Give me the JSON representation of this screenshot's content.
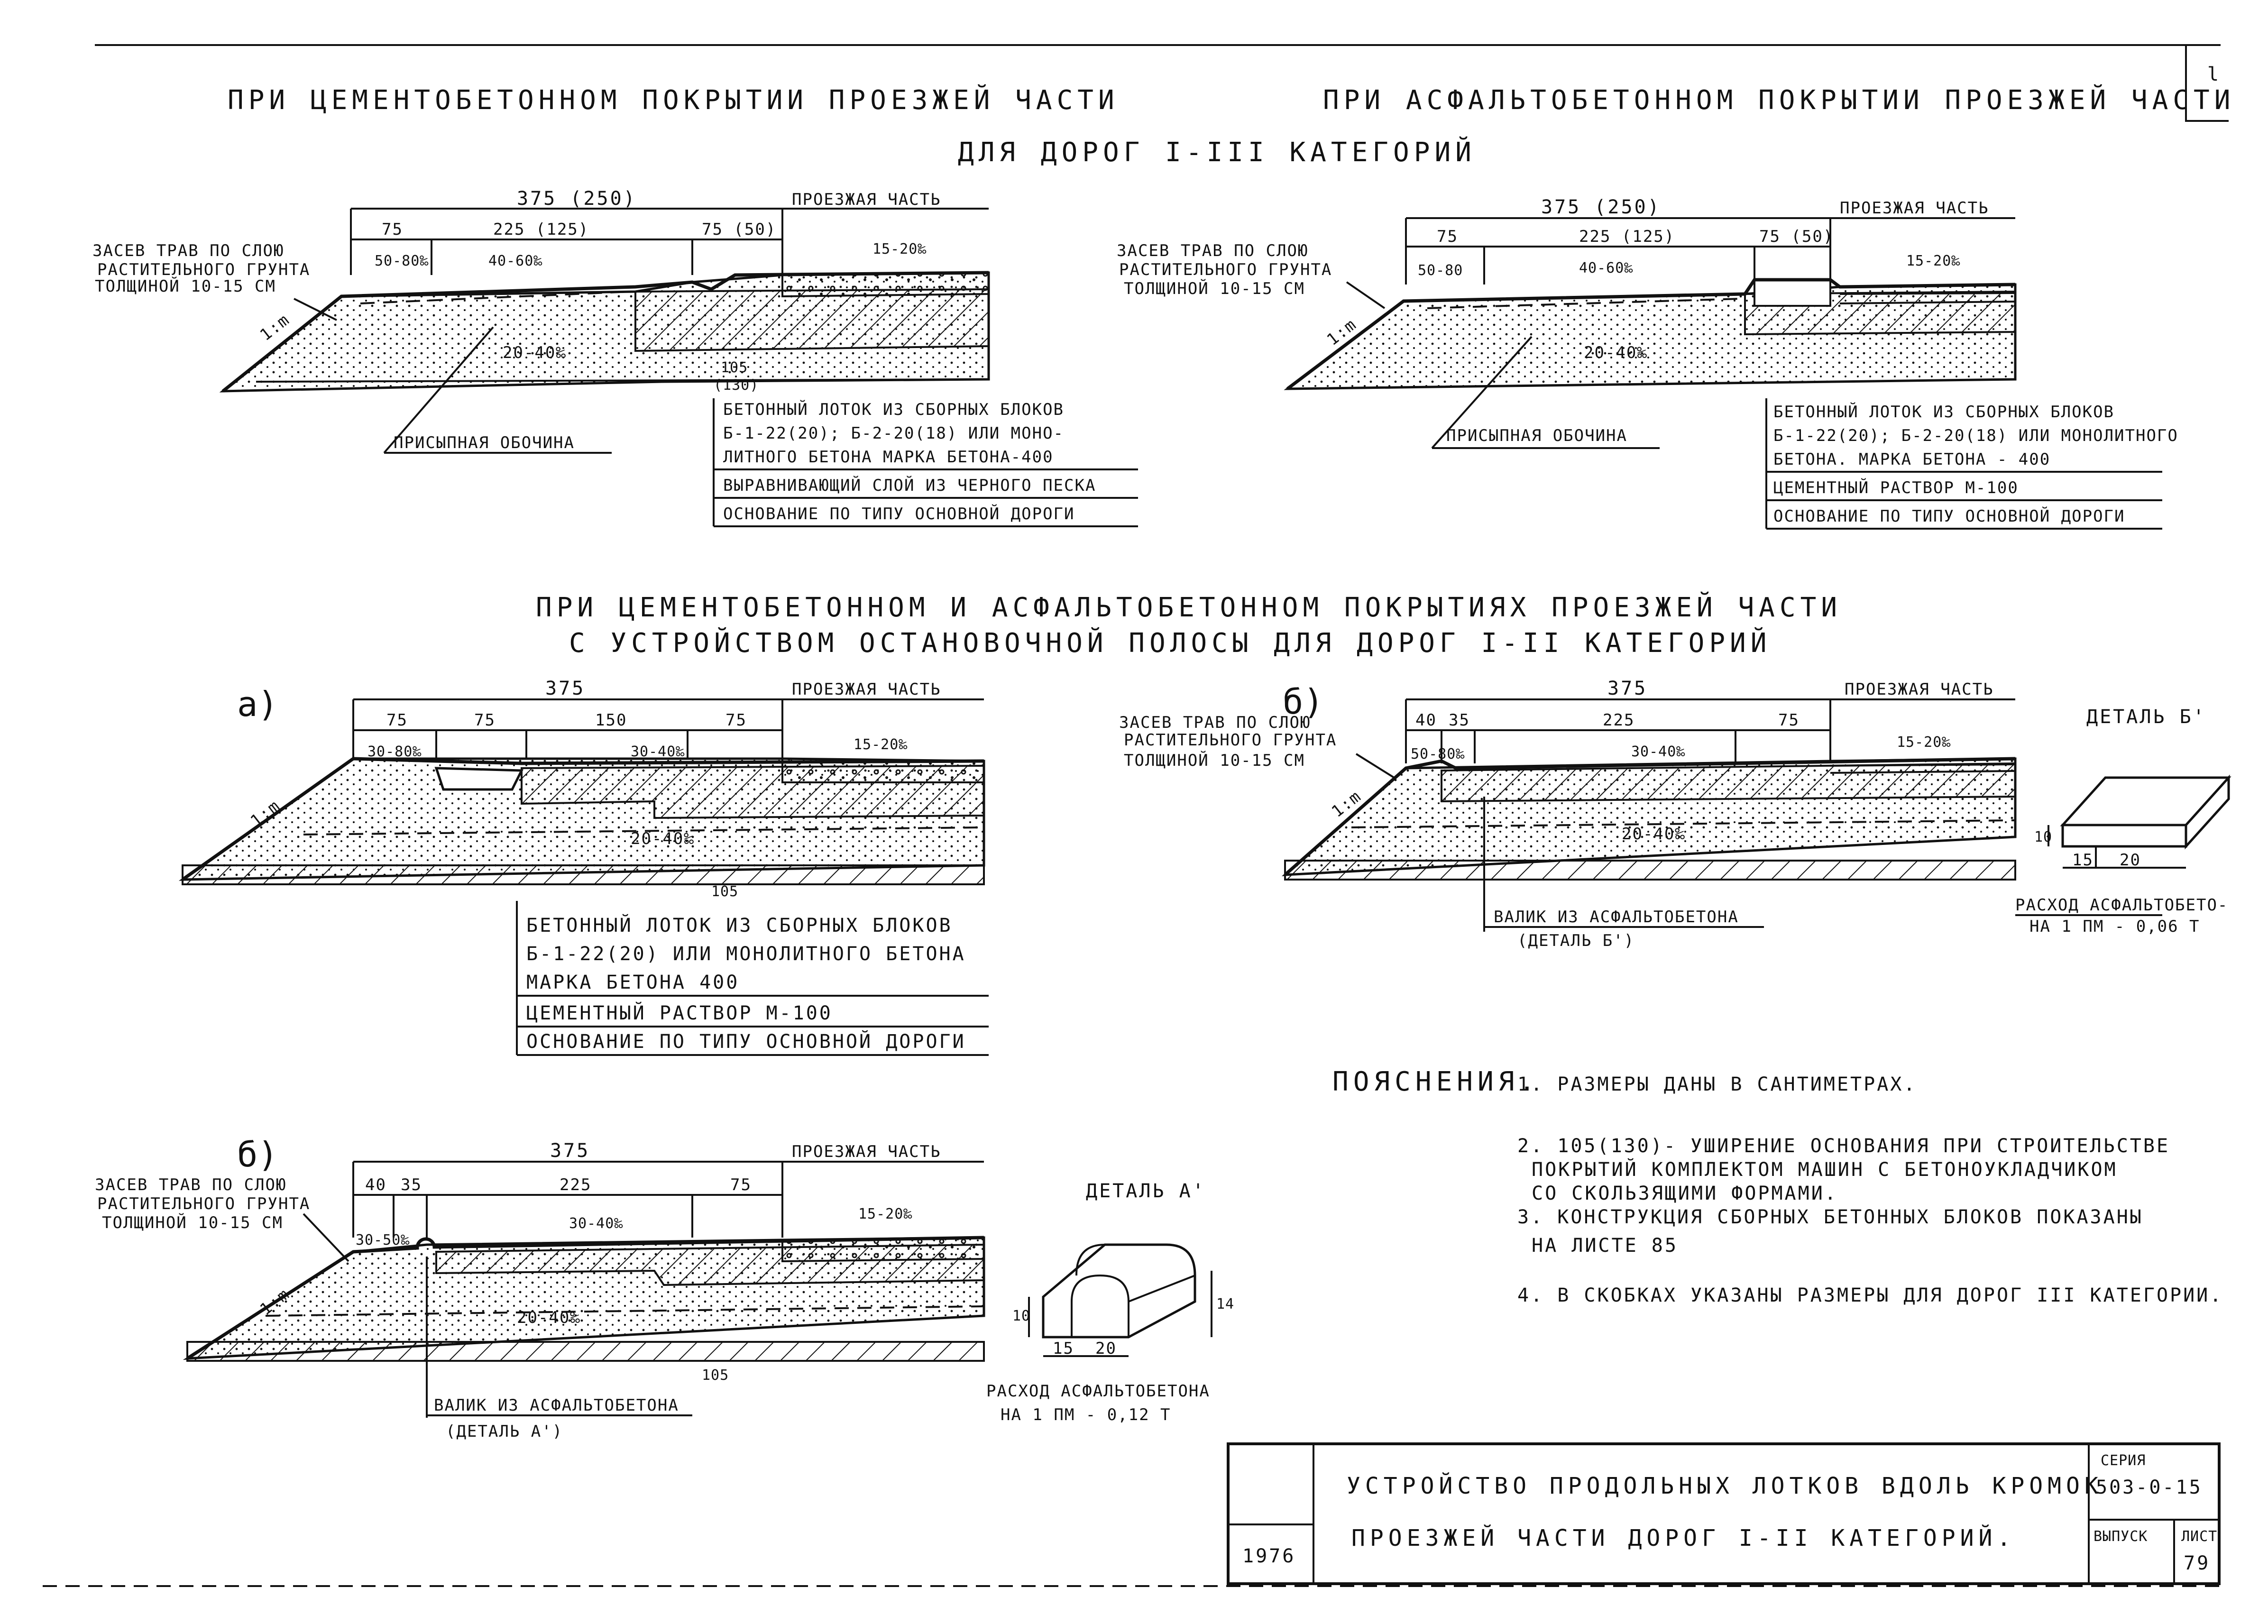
{
  "headings": {
    "top_left": "ПРИ ЦЕМЕНТОБЕТОННОМ ПОКРЫТИИ ПРОЕЗЖЕЙ ЧАСТИ",
    "top_right": "ПРИ АСФАЛЬТОБЕТОННОМ ПОКРЫТИИ ПРОЕЗЖЕЙ ЧАСТИ",
    "category": "ДЛЯ ДОРОГ I-III КАТЕГОРИЙ",
    "middle_1": "ПРИ ЦЕМЕНТОБЕТОННОМ И АСФАЛЬТОБЕТОННОМ ПОКРЫТИЯХ ПРОЕЗЖЕЙ ЧАСТИ",
    "middle_2": "С УСТРОЙСТВОМ ОСТАНОВОЧНОЙ ПОЛОСЫ ДЛЯ ДОРОГ I-II КАТЕГОРИЙ"
  },
  "section1": {
    "dim_total": "375 (250)",
    "dim_a": "75",
    "dim_b": "225 (125)",
    "dim_c": "75 (50)",
    "carriageway": "ПРОЕЗЖАЯ ЧАСТЬ",
    "slope_left": "50-80‰",
    "slope_mid": "40-60‰",
    "slope_right": "15-20‰",
    "slope_base": "20-40‰",
    "grass_1": "ЗАСЕВ ТРАВ ПО СЛОЮ",
    "grass_2": "РАСТИТЕЛЬНОГО ГРУНТА",
    "grass_3": "ТОЛЩИНОЙ 10-15 СМ",
    "slope_m": "1:m",
    "dim_105": "105",
    "dim_130": "(130)",
    "shoulder": "ПРИСЫПНАЯ ОБОЧИНА",
    "note_1": "БЕТОННЫЙ ЛОТОК ИЗ СБОРНЫХ БЛОКОВ",
    "note_2": "Б-1-22(20); Б-2-20(18) ИЛИ МОНО-",
    "note_3": "ЛИТНОГО БЕТОНА МАРКА БЕТОНА-400",
    "note_4": "ВЫРАВНИВАЮЩИЙ СЛОЙ ИЗ ЧЕРНОГО ПЕСКА",
    "note_5": "ОСНОВАНИЕ ПО ТИПУ ОСНОВНОЙ ДОРОГИ"
  },
  "section2": {
    "dim_total": "375 (250)",
    "dim_a": "75",
    "dim_b": "225 (125)",
    "dim_c": "75 (50)",
    "carriageway": "ПРОЕЗЖАЯ ЧАСТЬ",
    "slope_left": "50-80",
    "slope_mid": "40-60‰",
    "slope_right": "15-20‰",
    "slope_base": "20-40‰",
    "grass_1": "ЗАСЕВ ТРАВ ПО СЛОЮ",
    "grass_2": "РАСТИТЕЛЬНОГО ГРУНТА",
    "grass_3": "ТОЛЩИНОЙ 10-15 СМ",
    "slope_m": "1:m",
    "shoulder": "ПРИСЫПНАЯ ОБОЧИНА",
    "note_1": "БЕТОННЫЙ ЛОТОК ИЗ СБОРНЫХ БЛОКОВ",
    "note_2": "Б-1-22(20); Б-2-20(18) ИЛИ МОНОЛИТНОГО",
    "note_3": "БЕТОНА. МАРКА БЕТОНА - 400",
    "note_4": "ЦЕМЕНТНЫЙ РАСТВОР М-100",
    "note_5": "ОСНОВАНИЕ ПО ТИПУ ОСНОВНОЙ ДОРОГИ"
  },
  "section3": {
    "label": "а)",
    "dim_total": "375",
    "dim_a": "75",
    "dim_b": "75",
    "dim_c": "150",
    "dim_d": "75",
    "carriageway": "ПРОЕЗЖАЯ ЧАСТЬ",
    "slope_left": "30-80‰",
    "slope_mid": "30-40‰",
    "slope_right": "15-20‰",
    "slope_base": "20-40‰",
    "slope_m": "1:m",
    "dim_105": "105",
    "note_1": "БЕТОННЫЙ ЛОТОК ИЗ СБОРНЫХ БЛОКОВ",
    "note_2": "Б-1-22(20) ИЛИ МОНОЛИТНОГО БЕТОНА",
    "note_3": "МАРКА БЕТОНА 400",
    "note_4": "ЦЕМЕНТНЫЙ РАСТВОР М-100",
    "note_5": "ОСНОВАНИЕ ПО ТИПУ ОСНОВНОЙ ДОРОГИ"
  },
  "section4": {
    "label": "б)",
    "dim_total": "375",
    "dim_a": "40",
    "dim_b": "35",
    "dim_c": "225",
    "dim_d": "75",
    "carriageway": "ПРОЕЗЖАЯ ЧАСТЬ",
    "slope_left": "50-80‰",
    "slope_mid": "30-40‰",
    "slope_right": "15-20‰",
    "slope_base": "20-40‰",
    "grass_1": "ЗАСЕВ ТРАВ ПО СЛОЮ",
    "grass_2": "РАСТИТЕЛЬНОГО ГРУНТА",
    "grass_3": "ТОЛЩИНОЙ 10-15 СМ",
    "slope_m": "1:m",
    "note_1": "ВАЛИК ИЗ АСФАЛЬТОБЕТОНА",
    "note_2": "(ДЕТАЛЬ Б')"
  },
  "detailB": {
    "title": "ДЕТАЛЬ Б'",
    "dim_10": "10",
    "dim_15": "15",
    "dim_20": "20",
    "cons_1": "РАСХОД АСФАЛЬТОБЕТО-",
    "cons_2": "НА 1 ПМ - 0,06 Т"
  },
  "section5": {
    "label": "б)",
    "dim_total": "375",
    "dim_a": "40",
    "dim_b": "35",
    "dim_c": "225",
    "dim_d": "75",
    "carriageway": "ПРОЕЗЖАЯ ЧАСТЬ",
    "slope_left": "30-50‰",
    "slope_mid": "30-40‰",
    "slope_right": "15-20‰",
    "slope_base": "20-40‰",
    "grass_1": "ЗАСЕВ ТРАВ ПО СЛОЮ",
    "grass_2": "РАСТИТЕЛЬНОГО ГРУНТА",
    "grass_3": "ТОЛЩИНОЙ 10-15 СМ",
    "slope_m": "1:m",
    "dim_105": "105",
    "note_1": "ВАЛИК ИЗ АСФАЛЬТОБЕТОНА",
    "note_2": "(ДЕТАЛЬ А')"
  },
  "detailA": {
    "title": "ДЕТАЛЬ А'",
    "dim_10": "10",
    "dim_15": "15",
    "dim_20": "20",
    "dim_14": "14",
    "cons_1": "РАСХОД АСФАЛЬТОБЕТОНА",
    "cons_2": "НА 1 ПМ - 0,12 Т"
  },
  "explanations": {
    "heading": "ПОЯСНЕНИЯ.",
    "item_1": "1. РАЗМЕРЫ ДАНЫ В САНТИМЕТРАХ.",
    "item_2a": "2. 105(130)- УШИРЕНИЕ ОСНОВАНИЯ ПРИ СТРОИТЕЛЬСТВЕ",
    "item_2b": "ПОКРЫТИЙ КОМПЛЕКТОМ МАШИН С БЕТОНОУКЛАДЧИКОМ",
    "item_2c": "СО СКОЛЬЗЯЩИМИ ФОРМАМИ.",
    "item_3a": "3. КОНСТРУКЦИЯ СБОРНЫХ БЕТОННЫХ БЛОКОВ ПОКАЗАНЫ",
    "item_3b": "НА ЛИСТЕ 85",
    "item_4": "4. В СКОБКАХ УКАЗАНЫ РАЗМЕРЫ ДЛЯ ДОРОГ III КАТЕГОРИИ."
  },
  "title_block": {
    "year": "1976",
    "title_1": "УСТРОЙСТВО ПРОДОЛЬНЫХ ЛОТКОВ ВДОЛЬ КРОМОК",
    "title_2": "ПРОЕЗЖЕЙ ЧАСТИ ДОРОГ I-II КАТЕГОРИЙ.",
    "series_label": "СЕРИЯ",
    "series": "503-0-15",
    "issue_label": "ВЫПУСК",
    "sheet_label": "ЛИСТ",
    "sheet": "79",
    "corner_mark": "l"
  }
}
